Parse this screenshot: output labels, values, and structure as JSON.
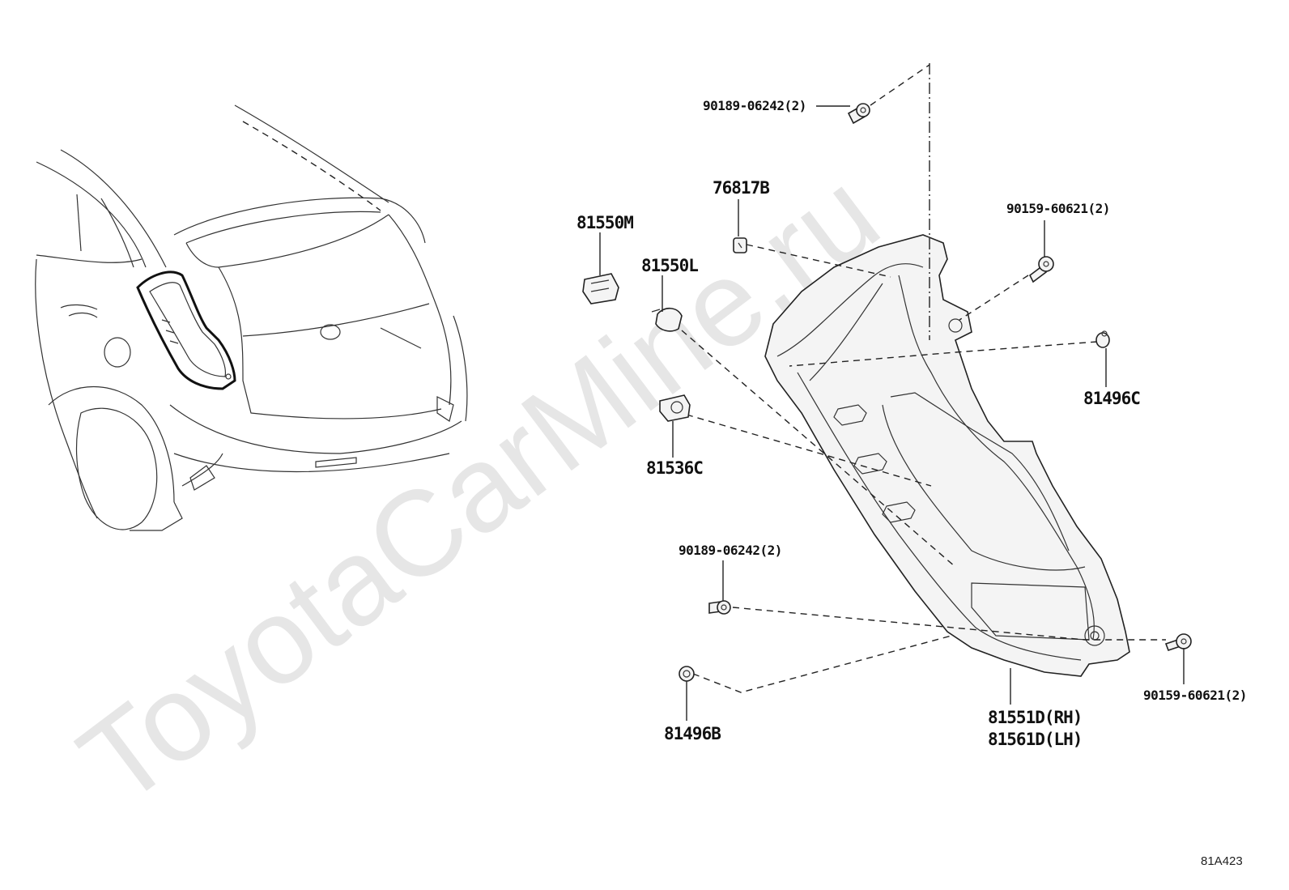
{
  "labels": {
    "bolt_top": "90189-06242(2)",
    "clip_76817b": "76817B",
    "socket_81550m": "81550M",
    "bulb_81550l": "81550L",
    "screw_top_right": "90159-60621(2)",
    "nut_81496c": "81496C",
    "socket_81536c": "81536C",
    "bolt_bottom": "90189-06242(2)",
    "screw_bottom_right": "90159-60621(2)",
    "nut_81496b": "81496B",
    "lamp_rh": "81551D(RH)",
    "lamp_lh": "81561D(LH)"
  },
  "watermark": "ToyotaCarMine.ru",
  "reference_code": "81A423",
  "colors": {
    "line": "#222222",
    "watermark": "#e2e2e2",
    "background": "#ffffff"
  }
}
